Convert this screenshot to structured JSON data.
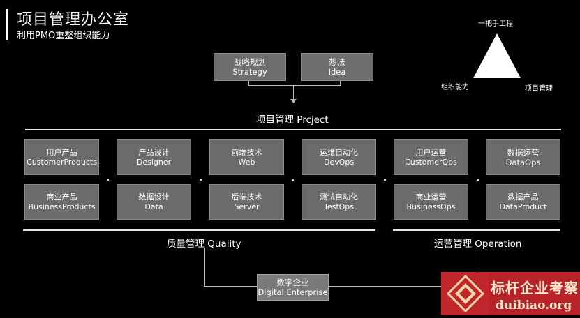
{
  "header": {
    "title": "项目管理办公室",
    "subtitle": "利用PMO重整组织能力"
  },
  "triangle": {
    "top_label": "一把手工程",
    "left_label": "组织能力",
    "right_label": "项目管理"
  },
  "top_boxes": [
    {
      "cn": "战略规划",
      "en": "Strategy"
    },
    {
      "cn": "想法",
      "en": "Idea"
    }
  ],
  "project_label": "项目管理 Prcject",
  "grid": {
    "row1": [
      {
        "cn": "用户产品",
        "en": "CustomerProducts"
      },
      {
        "cn": "产品设计",
        "en": "Designer"
      },
      {
        "cn": "前端技术",
        "en": "Web"
      },
      {
        "cn": "运维自动化",
        "en": "DevOps"
      },
      {
        "cn": "用户运营",
        "en": "CustomerOps"
      },
      {
        "cn": "数据运营",
        "en": "DataOps"
      }
    ],
    "row2": [
      {
        "cn": "商业产品",
        "en": "BusinessProducts"
      },
      {
        "cn": "数据设计",
        "en": "Data"
      },
      {
        "cn": "后端技术",
        "en": "Server"
      },
      {
        "cn": "测试自动化",
        "en": "TestOps"
      },
      {
        "cn": "商业运营",
        "en": "BusinessOps"
      },
      {
        "cn": "数据产品",
        "en": "DataProduct"
      }
    ]
  },
  "quality_label": "质量管理 Quality",
  "operation_label": "运营管理 Operation",
  "enterprise": {
    "cn": "数字企业",
    "en": "Digital Enterprise"
  },
  "watermark": {
    "line1": "标杆企业考察",
    "line2": "duibiao.org"
  },
  "colors": {
    "background": "#000000",
    "box": "#6b6b6b",
    "watermark_red": "#c0262c"
  }
}
